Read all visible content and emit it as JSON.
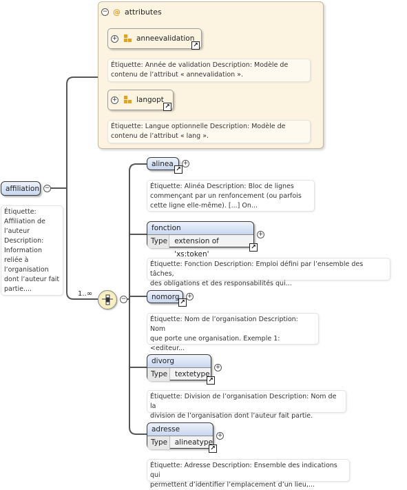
{
  "root": {
    "name": "affiliation",
    "doc": "Étiquette:\nAffiliation de\nl’auteur\nDescription:\nInformation\nreliée à\nl’organisation\ndont l’auteur fait\npartie...."
  },
  "attributes": {
    "title": "attributes",
    "items": [
      {
        "name": "anneevalidation",
        "doc": "Étiquette: Année de validation Description: Modèle de\ncontenu de l’attribut « annevalidation »."
      },
      {
        "name": "langopt",
        "doc": "Étiquette: Langue optionnelle Description: Modèle de\ncontenu de l’attribut « lang »."
      }
    ]
  },
  "sequence": {
    "cardinality": "1..∞"
  },
  "children": {
    "alinea": {
      "name": "alinea",
      "doc": "Étiquette: Alinéa Description: Bloc de lignes\ncommençant par un renfoncement (ou parfois\ncette ligne elle-même). [...] On..."
    },
    "fonction": {
      "name": "fonction",
      "type_label": "Type",
      "type_value": "extension of 'xs:token'",
      "doc": "Étiquette: Fonction Description: Emploi défini par l’ensemble des tâches,\ndes obligations et des responsabilités qui..."
    },
    "nomorg": {
      "name": "nomorg",
      "doc": "Étiquette: Nom de l’organisation Description: Nom\nque porte une organisation. Exemple 1:\n<editeur..."
    },
    "divorg": {
      "name": "divorg",
      "type_label": "Type",
      "type_value": "textetype",
      "doc": "Étiquette: Division de l’organisation Description: Nom de la\ndivision de l’organisation dont l’auteur fait partie."
    },
    "adresse": {
      "name": "adresse",
      "type_label": "Type",
      "type_value": "alineatype",
      "doc": "Étiquette: Adresse Description: Ensemble des indications qui\npermettent d’identifier l’emplacement d’un lieu,..."
    }
  },
  "symbols": {
    "expand": "+",
    "collapse": "−",
    "link": "↗",
    "at": "@"
  }
}
